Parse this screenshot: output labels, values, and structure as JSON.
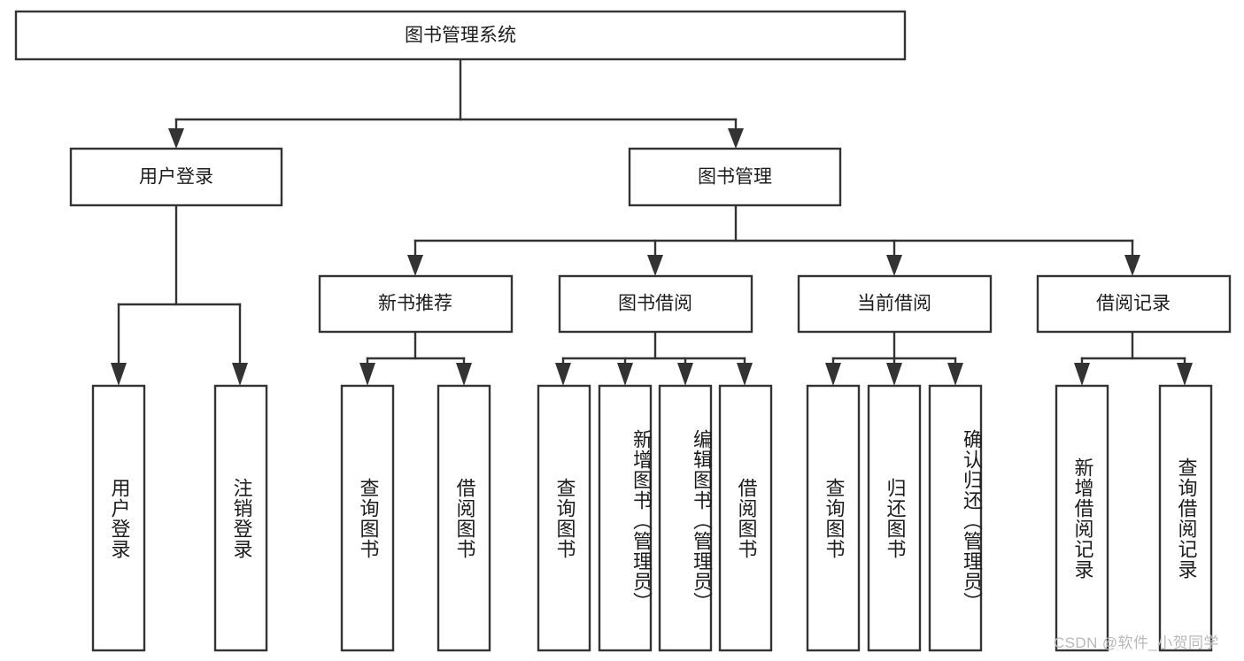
{
  "diagram": {
    "type": "tree",
    "title": "图书管理系统",
    "root": {
      "id": "root",
      "label": "图书管理系统",
      "orientation": "horizontal"
    },
    "level2": [
      {
        "id": "user-login",
        "label": "用户登录",
        "orientation": "horizontal"
      },
      {
        "id": "book-management",
        "label": "图书管理",
        "orientation": "horizontal"
      }
    ],
    "level3": [
      {
        "id": "new-book-recommend",
        "label": "新书推荐",
        "orientation": "horizontal",
        "parent": "book-management"
      },
      {
        "id": "book-borrow",
        "label": "图书借阅",
        "orientation": "horizontal",
        "parent": "book-management"
      },
      {
        "id": "current-borrow",
        "label": "当前借阅",
        "orientation": "horizontal",
        "parent": "book-management"
      },
      {
        "id": "borrow-record",
        "label": "借阅记录",
        "orientation": "horizontal",
        "parent": "book-management"
      }
    ],
    "leaves": [
      {
        "id": "leaf-user-login",
        "label": "用户登录",
        "orientation": "vertical",
        "parent": "user-login"
      },
      {
        "id": "leaf-user-logout",
        "label": "注销登录",
        "orientation": "vertical",
        "parent": "user-login"
      },
      {
        "id": "leaf-query-book-1",
        "label": "查询图书",
        "orientation": "vertical",
        "parent": "new-book-recommend"
      },
      {
        "id": "leaf-borrow-book-1",
        "label": "借阅图书",
        "orientation": "vertical",
        "parent": "new-book-recommend"
      },
      {
        "id": "leaf-query-book-2",
        "label": "查询图书",
        "orientation": "vertical",
        "parent": "book-borrow"
      },
      {
        "id": "leaf-add-book",
        "label": "新增图书（管理员）",
        "orientation": "vertical",
        "parent": "book-borrow"
      },
      {
        "id": "leaf-edit-book",
        "label": "编辑图书（管理员）",
        "orientation": "vertical",
        "parent": "book-borrow"
      },
      {
        "id": "leaf-borrow-book-2",
        "label": "借阅图书",
        "orientation": "vertical",
        "parent": "book-borrow"
      },
      {
        "id": "leaf-query-book-3",
        "label": "查询图书",
        "orientation": "vertical",
        "parent": "current-borrow"
      },
      {
        "id": "leaf-return-book",
        "label": "归还图书",
        "orientation": "vertical",
        "parent": "current-borrow"
      },
      {
        "id": "leaf-confirm-return",
        "label": "确认归还（管理员）",
        "orientation": "vertical",
        "parent": "current-borrow"
      },
      {
        "id": "leaf-add-record",
        "label": "新增借阅记录",
        "orientation": "vertical",
        "parent": "borrow-record"
      },
      {
        "id": "leaf-query-record",
        "label": "查询借阅记录",
        "orientation": "vertical",
        "parent": "borrow-record"
      }
    ]
  },
  "watermark": {
    "text": "CSDN @软件_小贺同学"
  },
  "colors": {
    "box_stroke": "#333333",
    "box_fill": "#ffffff",
    "text": "#1c1c1c",
    "watermark": "#b9b9b9",
    "background": "#ffffff"
  }
}
